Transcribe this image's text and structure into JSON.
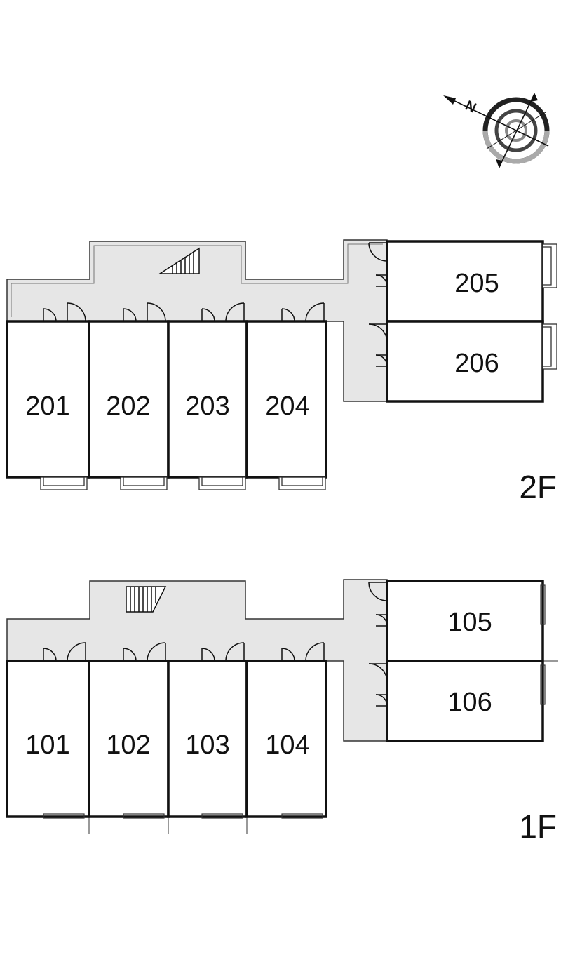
{
  "compass": {
    "north_label": "N",
    "icon": "compass-rose-icon"
  },
  "floors": [
    {
      "id": "2F",
      "label": "2F",
      "units": [
        "201",
        "202",
        "203",
        "204",
        "205",
        "206"
      ],
      "stair_icon": "staircase-icon"
    },
    {
      "id": "1F",
      "label": "1F",
      "units": [
        "101",
        "102",
        "103",
        "104",
        "105",
        "106"
      ],
      "stair_icon": "staircase-icon"
    }
  ],
  "colors": {
    "corridor": "#e6e6e6",
    "wall": "#111111",
    "compass_ring": "#999999"
  }
}
